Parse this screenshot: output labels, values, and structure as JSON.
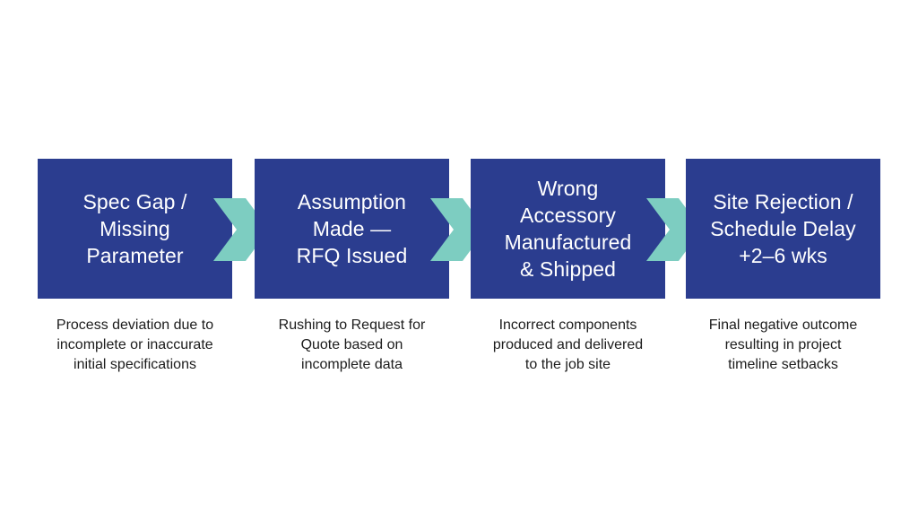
{
  "colors": {
    "box_fill": "#2b3d8f",
    "arrow_fill": "#7dcdc1",
    "box_text": "#ffffff",
    "desc_text": "#1c1c1c"
  },
  "steps": [
    {
      "title": "Spec Gap /\nMissing\nParameter",
      "description": "Process deviation due to\nincomplete or inaccurate\ninitial specifications"
    },
    {
      "title": "Assumption\nMade —\nRFQ Issued",
      "description": "Rushing to Request for\nQuote based on\nincomplete data"
    },
    {
      "title": "Wrong\nAccessory\nManufactured\n& Shipped",
      "description": "Incorrect components\nproduced and delivered\nto the job site"
    },
    {
      "title": "Site Rejection /\nSchedule Delay\n+2–6 wks",
      "description": "Final negative outcome\nresulting in project\ntimeline setbacks"
    }
  ],
  "connectors": [
    {
      "icon": "chevron-right-icon"
    },
    {
      "icon": "chevron-right-icon"
    },
    {
      "icon": "chevron-right-icon"
    }
  ]
}
